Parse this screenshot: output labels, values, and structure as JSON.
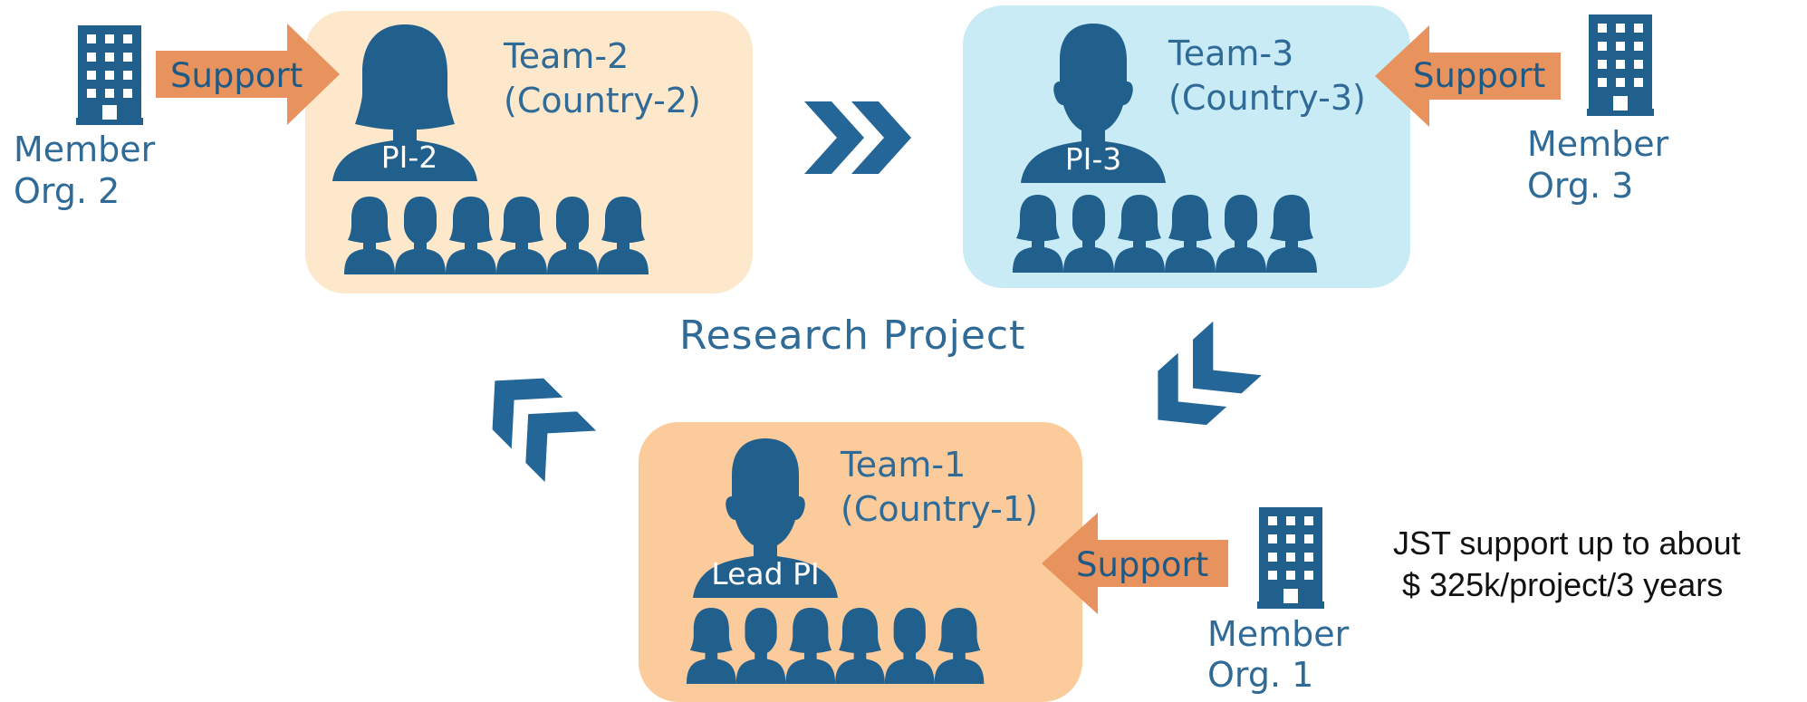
{
  "colors": {
    "person": "#215F8D",
    "arrow_support": "#E8925E",
    "chevron": "#236697",
    "team2_bg": "#FDE8CC",
    "team3_bg": "#C8EBF6",
    "team1_bg": "#FBCB9C",
    "text_blue": "#2F6B96"
  },
  "icons": {
    "building": "building-icon",
    "person": "person-icon",
    "chevron": "double-chevron-icon",
    "arrow": "support-arrow-icon"
  },
  "center_label": "Research Project",
  "teams": [
    {
      "id": "team-2",
      "name": "Team-2",
      "country": "(Country-2)",
      "pi": "PI-2",
      "members": 6
    },
    {
      "id": "team-3",
      "name": "Team-3",
      "country": "(Country-3)",
      "pi": "PI-3",
      "members": 6
    },
    {
      "id": "team-1",
      "name": "Team-1",
      "country": "(Country-1)",
      "pi": "Lead PI",
      "members": 6
    }
  ],
  "orgs": [
    {
      "line1": "Member",
      "line2": "Org. 2",
      "support": "Support"
    },
    {
      "line1": "Member",
      "line2": "Org. 3",
      "support": "Support"
    },
    {
      "line1": "Member",
      "line2": "Org. 1",
      "support": "Support"
    }
  ],
  "note": {
    "line1": "JST support up to about",
    "line2": " $ 325k/project/3 years"
  }
}
